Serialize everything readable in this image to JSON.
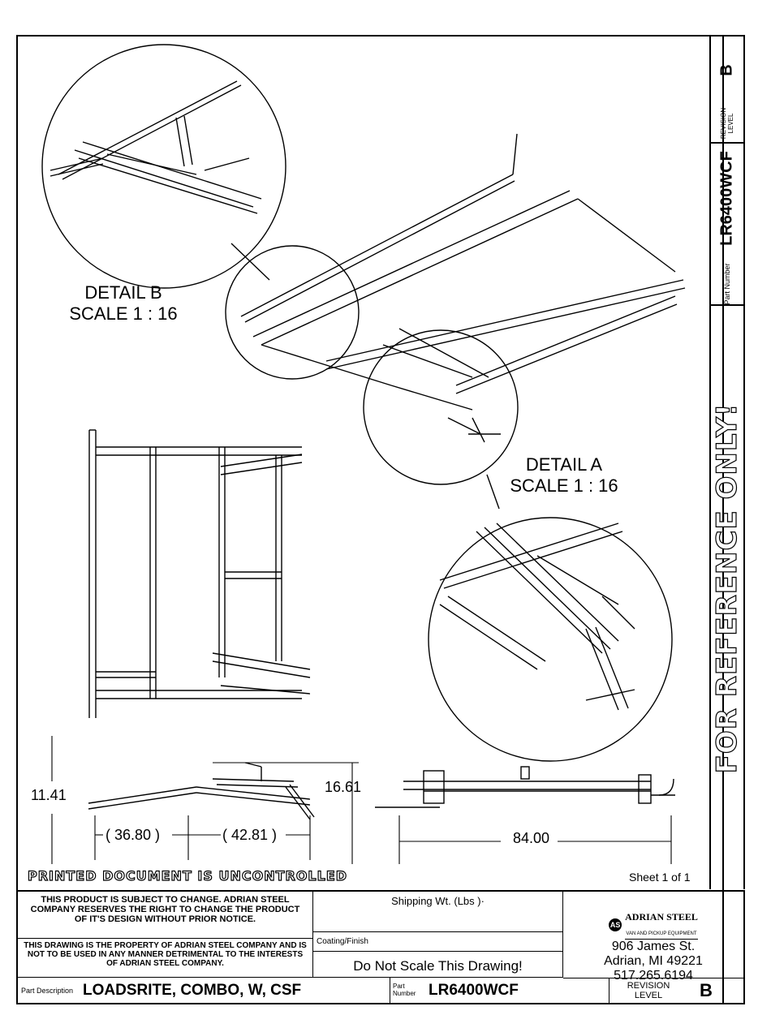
{
  "detail_b": {
    "title": "DETAIL B",
    "scale": "SCALE 1 : 16"
  },
  "detail_a": {
    "title": "DETAIL A",
    "scale": "SCALE 1 : 16"
  },
  "dims": {
    "d1": "11.41",
    "d2": "16.61",
    "d3": "( 36.80 )",
    "d4": "( 42.81 )",
    "d5": "84.00"
  },
  "banner": "PRINTED DOCUMENT IS UNCONTROLLED",
  "sheet": "Sheet 1 of 1",
  "sidebar": {
    "revision_value": "B",
    "revision_label": "REVISION LEVEL",
    "part_label": "Part Number",
    "part_value": "LR6400WCF",
    "reference": "FOR REFERENCE ONLY!"
  },
  "title_block": {
    "notice": "THIS PRODUCT IS SUBJECT TO CHANGE. ADRIAN STEEL COMPANY RESERVES THE RIGHT TO CHANGE THE PRODUCT OF IT'S DESIGN WITHOUT PRIOR NOTICE.",
    "property": "THIS DRAWING IS THE PROPERTY OF ADRIAN STEEL COMPANY AND IS NOT TO BE USED IN ANY MANNER DETRIMENTAL TO THE INTERESTS OF ADRIAN STEEL COMPANY.",
    "shipping": "Shipping Wt. (Lbs )·",
    "coating": "Coating/Finish",
    "noscale": "Do Not Scale This Drawing!",
    "company": "ADRIAN STEEL",
    "company_tag": "VAN AND PICKUP EQUIPMENT",
    "address1": "906 James St.",
    "address2": "Adrian, MI 49221",
    "phone": "517.265.6194",
    "desc_label": "Part Description",
    "desc_value": "LOADSRITE, COMBO, W, CSF",
    "pn_label": "Part Number",
    "pn_value": "LR6400WCF",
    "rev_label": "REVISION LEVEL",
    "rev_value": "B"
  }
}
